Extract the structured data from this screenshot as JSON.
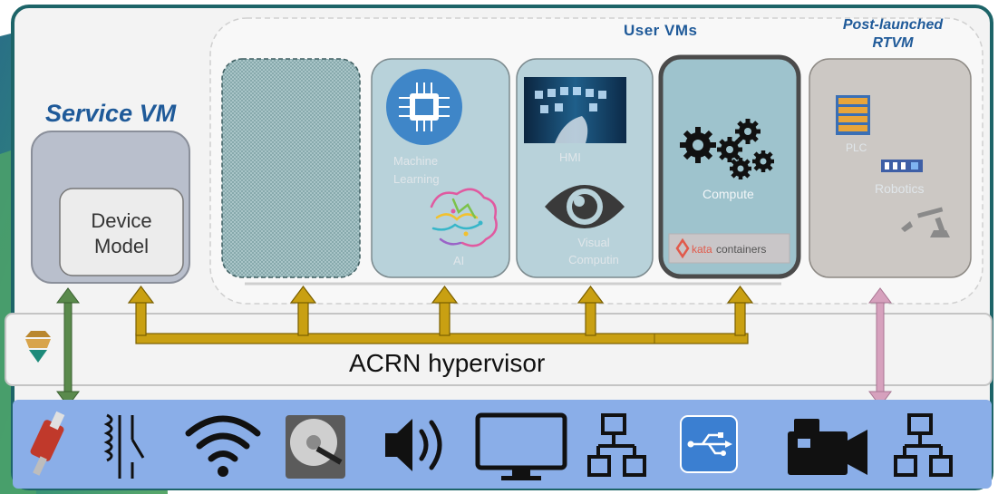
{
  "labels": {
    "service_vm": "Service VM",
    "user_vms": "User VMs",
    "post_launched_line1": "Post-launched",
    "post_launched_line2": "RTVM",
    "device_model_line1": "Device",
    "device_model_line2": "Model",
    "machine_learning_line1": "Machine",
    "machine_learning_line2": "Learning",
    "ai": "AI",
    "hmi": "HMI",
    "visual_computing_line1": "Visual",
    "visual_computing_line2": "Computin",
    "compute": "Compute",
    "kata_prefix": "kata",
    "kata_suffix": "containers",
    "plc": "PLC",
    "robotics": "Robotics",
    "hypervisor": "ACRN hypervisor"
  },
  "colors": {
    "frame": "#1d6468",
    "arrow_gold": "#c9a012",
    "arrow_gold_stroke": "#7a5f00",
    "arrow_green": "#5a8a4c",
    "arrow_pink": "#d6a1bd",
    "hardware_band": "#8aaee8",
    "teal_accent": "#2e8f7a"
  },
  "hardware_icons": [
    "motor-icon",
    "switch-icon",
    "wifi-icon",
    "hard-drive-icon",
    "speaker-icon",
    "monitor-icon",
    "network-icon",
    "usb-icon",
    "video-camera-icon",
    "network-icon"
  ]
}
